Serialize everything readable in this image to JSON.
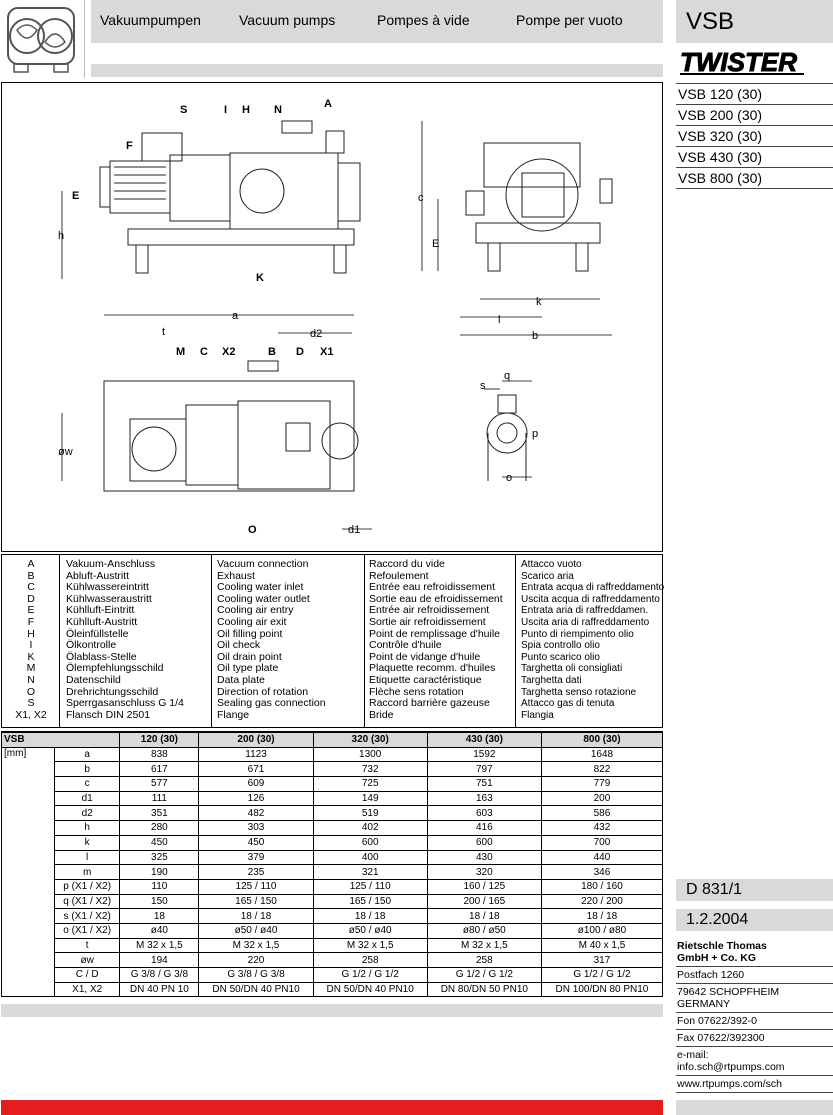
{
  "header": {
    "titles": [
      "Vakuumpumpen",
      "Vacuum pumps",
      "Pompes à vide",
      "Pompe per vuoto"
    ],
    "series": "VSB",
    "brand": "TWISTER"
  },
  "models": [
    "VSB 120 (30)",
    "VSB 200 (30)",
    "VSB 320 (30)",
    "VSB 430 (30)",
    "VSB 800 (30)"
  ],
  "drawing_labels": {
    "S": "S",
    "I": "I",
    "H": "H",
    "N": "N",
    "A": "A",
    "F": "F",
    "E": "E",
    "h": "h",
    "K": "K",
    "c": "c",
    "E2": "E",
    "k": "k",
    "l": "l",
    "b": "b",
    "a": "a",
    "t": "t",
    "d2": "d2",
    "M": "M",
    "C": "C",
    "X2": "X2",
    "B": "B",
    "D": "D",
    "X1": "X1",
    "ow": "øw",
    "O": "O",
    "d1": "d1",
    "s": "s",
    "q": "q",
    "p": "p",
    "o": "o"
  },
  "legend": {
    "codes": [
      "A",
      "B",
      "C",
      "D",
      "E",
      "F",
      "H",
      "I",
      "K",
      "M",
      "N",
      "O",
      "S",
      "X1, X2"
    ],
    "de": [
      "Vakuum-Anschluss",
      "Abluft-Austritt",
      "Kühlwassereintritt",
      "Kühlwasseraustritt",
      "Kühlluft-Eintritt",
      "Kühlluft-Austritt",
      "Öleinfüllstelle",
      "Ölkontrolle",
      "Ölablass-Stelle",
      "Ölempfehlungsschild",
      "Datenschild",
      "Drehrichtungsschild",
      "Sperrgasanschluss G 1/4",
      "Flansch DIN 2501"
    ],
    "en": [
      "Vacuum connection",
      "Exhaust",
      "Cooling water inlet",
      "Cooling water outlet",
      "Cooling air entry",
      "Cooling air exit",
      "Oil filling point",
      "Oil check",
      "Oil drain point",
      "Oil type plate",
      "Data plate",
      "Direction of rotation",
      "Sealing gas connection",
      "Flange"
    ],
    "fr": [
      "Raccord du vide",
      "Refoulement",
      "Entrée eau refroidissement",
      "Sortie eau de efroidissement",
      "Entrée air refroidissement",
      "Sortie air refroidissement",
      "Point de remplissage d'huile",
      "Contrôle d'huile",
      "Point de vidange d'huile",
      "Plaquette recomm. d'huiles",
      "Etiquette caractéristique",
      "Flèche sens rotation",
      "Raccord barrière gazeuse",
      "Bride"
    ],
    "it": [
      "Attacco vuoto",
      "Scarico aria",
      "Entrata acqua di raffreddamento",
      "Uscita acqua di raffreddamento",
      "Entrata aria di raffreddamen.",
      "Uscita aria di raffreddamento",
      "Punto di riempimento olio",
      "Spia controllo olio",
      "Punto scarico olio",
      "Targhetta oli consigliati",
      "Targhetta dati",
      "Targhetta senso rotazione",
      "Attacco gas di tenuta",
      "Flangia"
    ]
  },
  "table": {
    "header": [
      "VSB",
      "120 (30)",
      "200 (30)",
      "320 (30)",
      "430 (30)",
      "800 (30)"
    ],
    "unit": "[mm]",
    "rows": [
      [
        "a",
        "838",
        "1123",
        "1300",
        "1592",
        "1648"
      ],
      [
        "b",
        "617",
        "671",
        "732",
        "797",
        "822"
      ],
      [
        "c",
        "577",
        "609",
        "725",
        "751",
        "779"
      ],
      [
        "d1",
        "111",
        "126",
        "149",
        "163",
        "200"
      ],
      [
        "d2",
        "351",
        "482",
        "519",
        "603",
        "586"
      ],
      [
        "h",
        "280",
        "303",
        "402",
        "416",
        "432"
      ],
      [
        "k",
        "450",
        "450",
        "600",
        "600",
        "700"
      ],
      [
        "l",
        "325",
        "379",
        "400",
        "430",
        "440"
      ],
      [
        "m",
        "190",
        "235",
        "321",
        "320",
        "346"
      ],
      [
        "p (X1 / X2)",
        "110",
        "125 / 110",
        "125 / 110",
        "160 / 125",
        "180 / 160"
      ],
      [
        "q (X1 / X2)",
        "150",
        "165 / 150",
        "165 / 150",
        "200 / 165",
        "220 / 200"
      ],
      [
        "s (X1 / X2)",
        "18",
        "18 / 18",
        "18 / 18",
        "18 / 18",
        "18 / 18"
      ],
      [
        "o (X1 / X2)",
        "ø40",
        "ø50 / ø40",
        "ø50 / ø40",
        "ø80 / ø50",
        "ø100 / ø80"
      ],
      [
        "t",
        "M 32 x 1,5",
        "M 32 x 1,5",
        "M 32 x 1,5",
        "M 32 x 1,5",
        "M 40 x 1,5"
      ],
      [
        "øw",
        "194",
        "220",
        "258",
        "258",
        "317"
      ],
      [
        "C / D",
        "G 3/8 / G 3/8",
        "G 3/8 / G 3/8",
        "G 1/2 / G 1/2",
        "G 1/2 / G 1/2",
        "G 1/2 / G 1/2"
      ],
      [
        "X1, X2",
        "DN 40 PN 10",
        "DN 50/DN 40 PN10",
        "DN 50/DN 40 PN10",
        "DN 80/DN 50 PN10",
        "DN 100/DN 80 PN10"
      ]
    ]
  },
  "doc": {
    "number": "D 831/1",
    "date": "1.2.2004",
    "company": [
      "Rietschle Thomas",
      "GmbH + Co. KG"
    ],
    "address": [
      "Postfach 1260",
      "79642 SCHOPFHEIM",
      "GERMANY",
      "Fon 07622/392-0",
      "Fax 07622/392300",
      "e-mail:",
      "info.sch@rtpumps.com",
      "www.rtpumps.com/sch"
    ]
  }
}
